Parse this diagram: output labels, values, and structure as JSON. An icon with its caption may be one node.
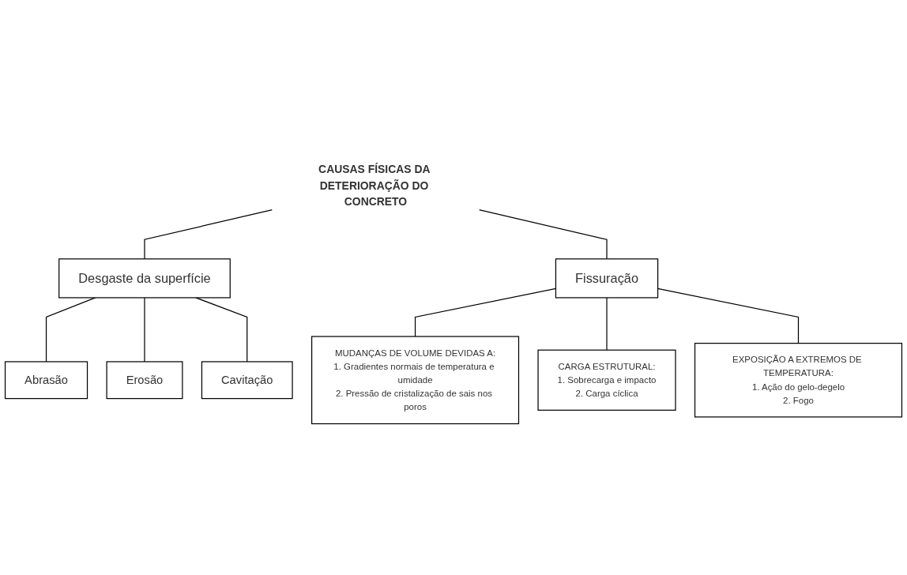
{
  "diagram": {
    "nodes": [
      {
        "text": [
          "CAUSAS FÍSICAS DA DETERIORAÇÃO DO CONCRETO"
        ]
      },
      {
        "text": [
          "Desgaste da superfície"
        ]
      },
      {
        "text": [
          "Fissuração"
        ]
      },
      {
        "text": [
          "Abrasão"
        ]
      },
      {
        "text": [
          "Erosão"
        ]
      },
      {
        "text": [
          "Cavitação"
        ]
      },
      {
        "text": [
          "MUDANÇAS DE VOLUME DEVIDAS A:",
          "1. Gradientes normais de temperatura e umidade",
          "2. Pressão de cristalização de sais nos poros"
        ]
      },
      {
        "text": [
          "CARGA ESTRUTURAL:",
          "1. Sobrecarga e impacto",
          "2. Carga cíclica"
        ]
      },
      {
        "text": [
          "EXPOSIÇÃO A EXTREMOS DE TEMPERATURA:",
          "1. Ação do gelo-degelo",
          "2. Fogo"
        ]
      }
    ],
    "edges": [
      {
        "from": 0,
        "to": 1,
        "arrow": "none"
      },
      {
        "from": 0,
        "to": 2,
        "arrow": "none"
      },
      {
        "from": 1,
        "to": 3,
        "arrow": "none"
      },
      {
        "from": 1,
        "to": 4,
        "arrow": "none"
      },
      {
        "from": 1,
        "to": 5,
        "arrow": "none"
      },
      {
        "from": 2,
        "to": 6,
        "arrow": "none"
      },
      {
        "from": 2,
        "to": 7,
        "arrow": "none"
      },
      {
        "from": 2,
        "to": 8,
        "arrow": "none"
      }
    ]
  }
}
